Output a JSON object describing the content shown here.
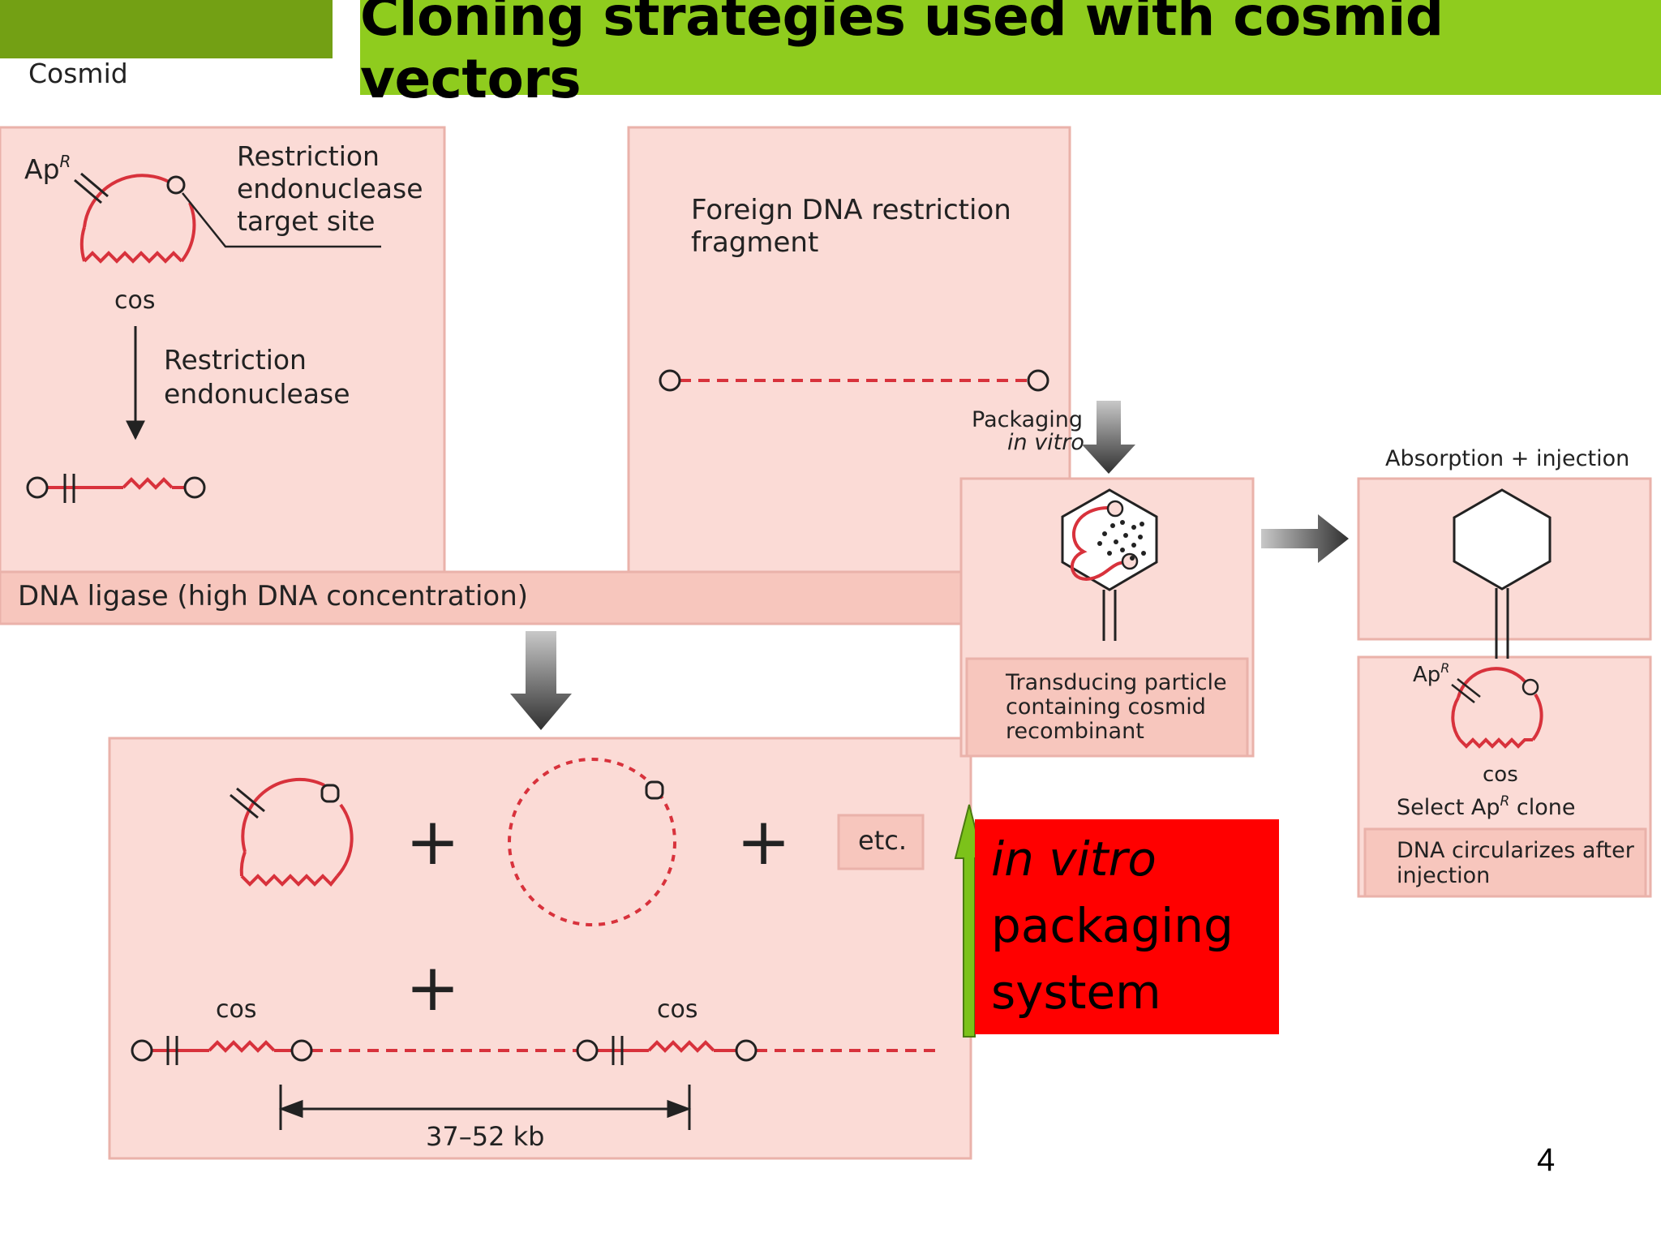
{
  "slide": {
    "title": "Cloning strategies used with cosmid vectors",
    "section_tag": "Cosmid",
    "page_number": "4",
    "colors": {
      "title_bar": "#8fcc1e",
      "tag_bar": "#73a014",
      "panel_fill": "#fbdbd6",
      "panel_border": "#eab2aa",
      "dna_red": "#d8323c",
      "highlight_box": "#ff0000",
      "up_arrow": "#7cc21a"
    }
  },
  "diagram": {
    "cosmid_panel": {
      "apr_label": "Ap",
      "apr_sup": "R",
      "target_site_lines": [
        "Restriction",
        "endonuclease",
        "target site"
      ],
      "cos_label": "cos",
      "enzyme_lines": [
        "Restriction",
        "endonuclease"
      ]
    },
    "foreign_panel": {
      "label_lines": [
        "Foreign DNA restriction",
        "fragment"
      ]
    },
    "ligase_band": "DNA ligase (high DNA concentration)",
    "ligation_panel": {
      "plus": "+",
      "etc": "etc.",
      "cos_label": "cos",
      "size_label": "37–52 kb"
    },
    "packaging": {
      "label_line1": "Packaging",
      "label_line2": "in vitro",
      "particle_caption": [
        "Transducing particle",
        "containing cosmid",
        "recombinant"
      ]
    },
    "infection": {
      "title": "Absorption + injection",
      "apr_label": "Ap",
      "apr_sup": "R",
      "cos_label": "cos",
      "select_pre": "Select Ap",
      "select_sup": "R",
      "select_post": " clone",
      "caption": [
        "DNA circularizes after",
        "injection"
      ]
    },
    "highlight": {
      "lines": [
        "in vitro",
        "packaging",
        "system"
      ]
    }
  }
}
